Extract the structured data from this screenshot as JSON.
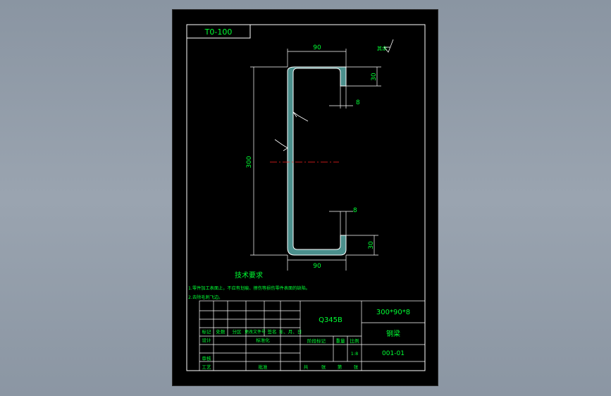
{
  "drawing": {
    "code_box": "T0-100",
    "surface_finish_note": "其余",
    "dimensions": {
      "top_width": "90",
      "bottom_width": "90",
      "height": "300",
      "top_lip": "30",
      "bottom_lip": "30",
      "thickness_top": "8",
      "thickness_bottom": "8"
    },
    "tech_requirements": {
      "title": "技术要求",
      "line1": "1.零件加工表面上，不应有划痕、擦伤等损伤零件表面的缺陷。",
      "line2": "2.去除毛刺飞边。"
    }
  },
  "title_block": {
    "material": "Q345B",
    "spec": "300*90*8",
    "part_name": "钢梁",
    "drawing_no": "001-01",
    "headers": {
      "mark": "标记",
      "count": "处数",
      "zone": "分区",
      "change_doc": "更改文件号",
      "sign": "签名",
      "date": "年、月、日",
      "design": "设计",
      "standardize": "标准化",
      "review": "审核",
      "process": "工艺",
      "approve": "批准",
      "stage_mark": "阶段标记",
      "weight": "重量",
      "scale": "比例",
      "total": "共",
      "sheets": "张",
      "sheet_no": "第",
      "sheet_unit": "张"
    },
    "scale_value": "1:8"
  },
  "colors": {
    "background": "#000000",
    "lines": "#ffffff",
    "text": "#00ff33",
    "centerline": "#ff2020",
    "section_fill": "#4b8f8c"
  }
}
